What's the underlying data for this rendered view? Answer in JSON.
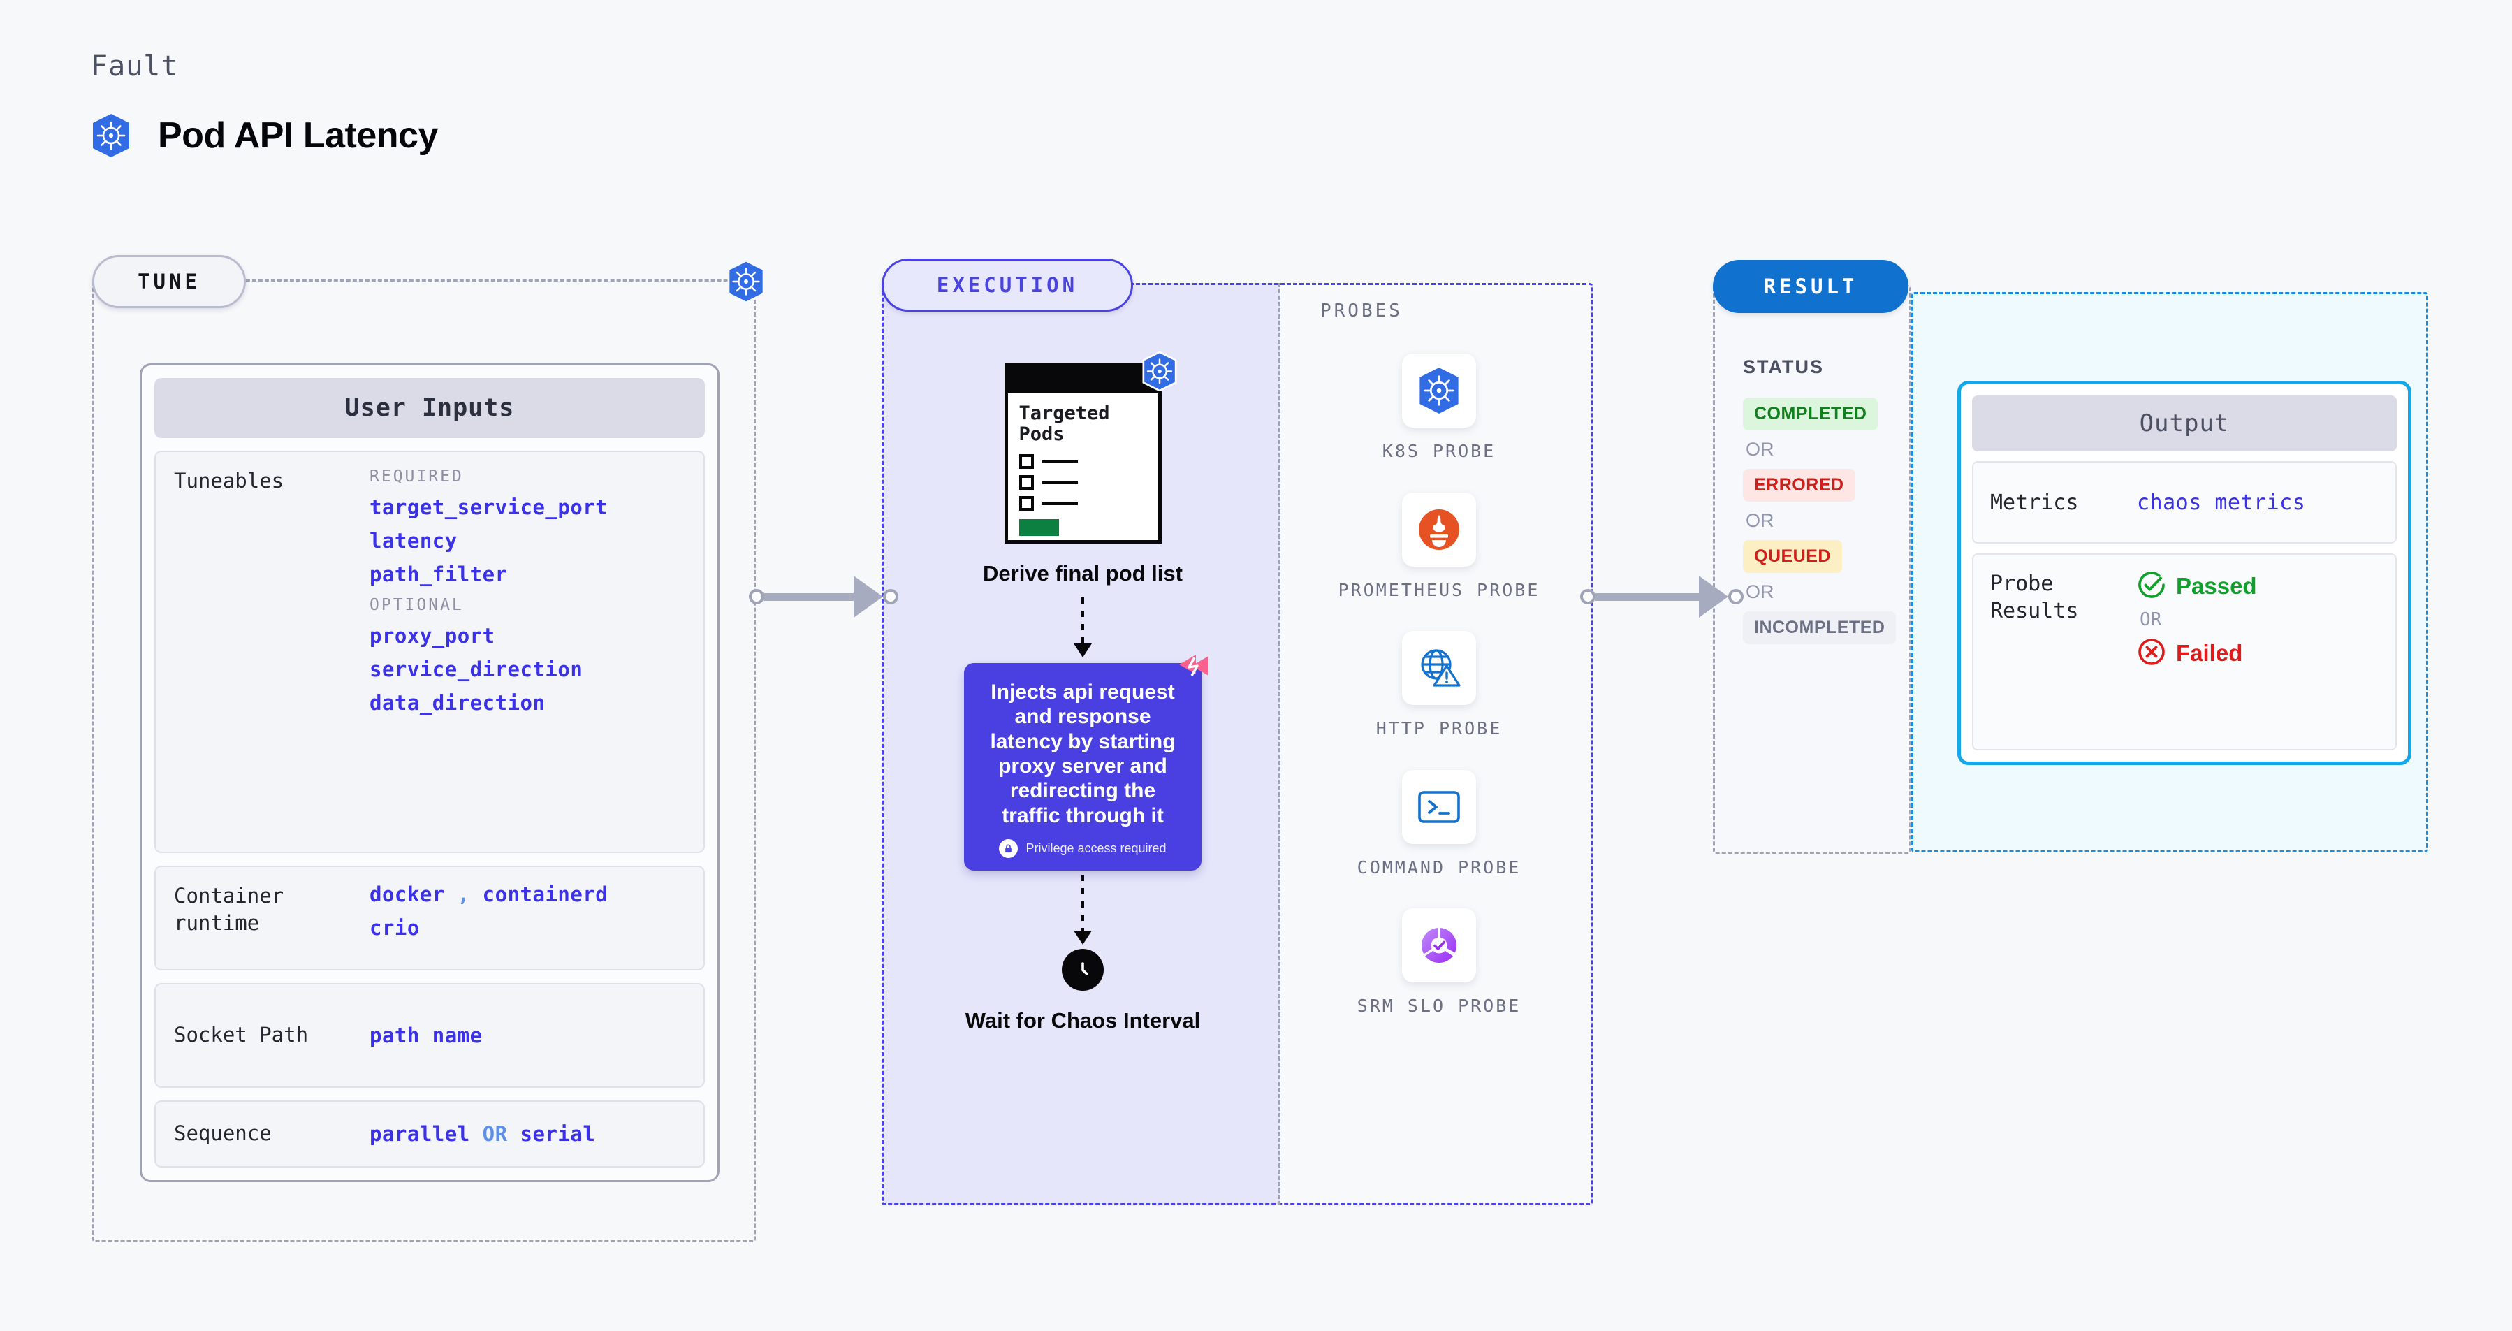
{
  "header": {
    "eyebrow": "Fault",
    "title": "Pod API Latency",
    "logo_icon": "kubernetes-icon"
  },
  "sections": {
    "tune": {
      "label": "TUNE"
    },
    "execution": {
      "label": "EXECUTION"
    },
    "result": {
      "label": "RESULT"
    }
  },
  "tune": {
    "card_title": "User Inputs",
    "rows": [
      {
        "label": "Tuneables",
        "groups": [
          {
            "heading": "REQUIRED",
            "values": [
              "target_service_port",
              "latency",
              "path_filter"
            ]
          },
          {
            "heading": "OPTIONAL",
            "values": [
              "proxy_port",
              "service_direction",
              "data_direction"
            ]
          }
        ]
      },
      {
        "label": "Container runtime",
        "line1_a": "docker",
        "line1_sep": ",",
        "line1_b": "containerd",
        "line2": "crio"
      },
      {
        "label": "Socket Path",
        "value": "path name"
      },
      {
        "label": "Sequence",
        "value_a": "parallel",
        "value_or": "OR",
        "value_b": "serial"
      }
    ]
  },
  "execution": {
    "pods_card": {
      "title": "Targeted Pods",
      "badge_icon": "kubernetes-icon",
      "checkbox_count": 3
    },
    "pods_caption": "Derive final pod list",
    "inject_card": {
      "text": "Injects api request and response latency by starting proxy server and redirecting the traffic through it",
      "privilege_note": "Privilege access required",
      "privilege_icon": "lock-icon",
      "corner_icon": "chaos-logo-icon",
      "color": "#4A3FE0"
    },
    "wait_step": {
      "icon": "clock-icon",
      "caption": "Wait for Chaos Interval"
    },
    "probes_title": "PROBES",
    "probes": [
      {
        "name": "K8S PROBE",
        "icon": "kubernetes-icon"
      },
      {
        "name": "PROMETHEUS PROBE",
        "icon": "prometheus-icon"
      },
      {
        "name": "HTTP PROBE",
        "icon": "http-globe-warning-icon"
      },
      {
        "name": "COMMAND PROBE",
        "icon": "terminal-icon"
      },
      {
        "name": "SRM SLO PROBE",
        "icon": "srm-slo-icon"
      }
    ]
  },
  "result": {
    "status_title": "STATUS",
    "or_label": "OR",
    "statuses": [
      {
        "label": "COMPLETED",
        "variant": "completed"
      },
      {
        "label": "ERRORED",
        "variant": "errored"
      },
      {
        "label": "QUEUED",
        "variant": "queued"
      },
      {
        "label": "INCOMPLETED",
        "variant": "incompleted"
      }
    ],
    "output": {
      "title": "Output",
      "metrics_label": "Metrics",
      "metrics_value": "chaos metrics",
      "probe_results_label": "Probe Results",
      "passed_label": "Passed",
      "failed_label": "Failed",
      "or_label": "OR",
      "passed_icon": "check-circle-icon",
      "failed_icon": "x-circle-icon"
    }
  },
  "colors": {
    "accent_purple": "#4A3FE0",
    "accent_blue": "#1072CE",
    "accent_cyan": "#14A8E8",
    "k8s_blue": "#326CE5",
    "chaos_pink": "#FB618E",
    "success_green": "#12A02C",
    "error_red": "#E01B1B"
  }
}
